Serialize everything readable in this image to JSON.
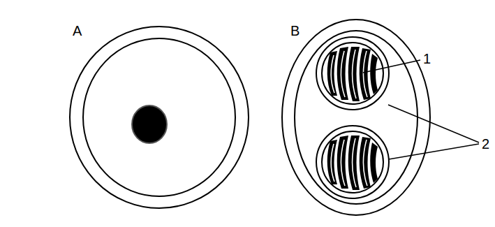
{
  "diagram": {
    "labels": [
      "A",
      "B",
      "1",
      "2"
    ]
  }
}
